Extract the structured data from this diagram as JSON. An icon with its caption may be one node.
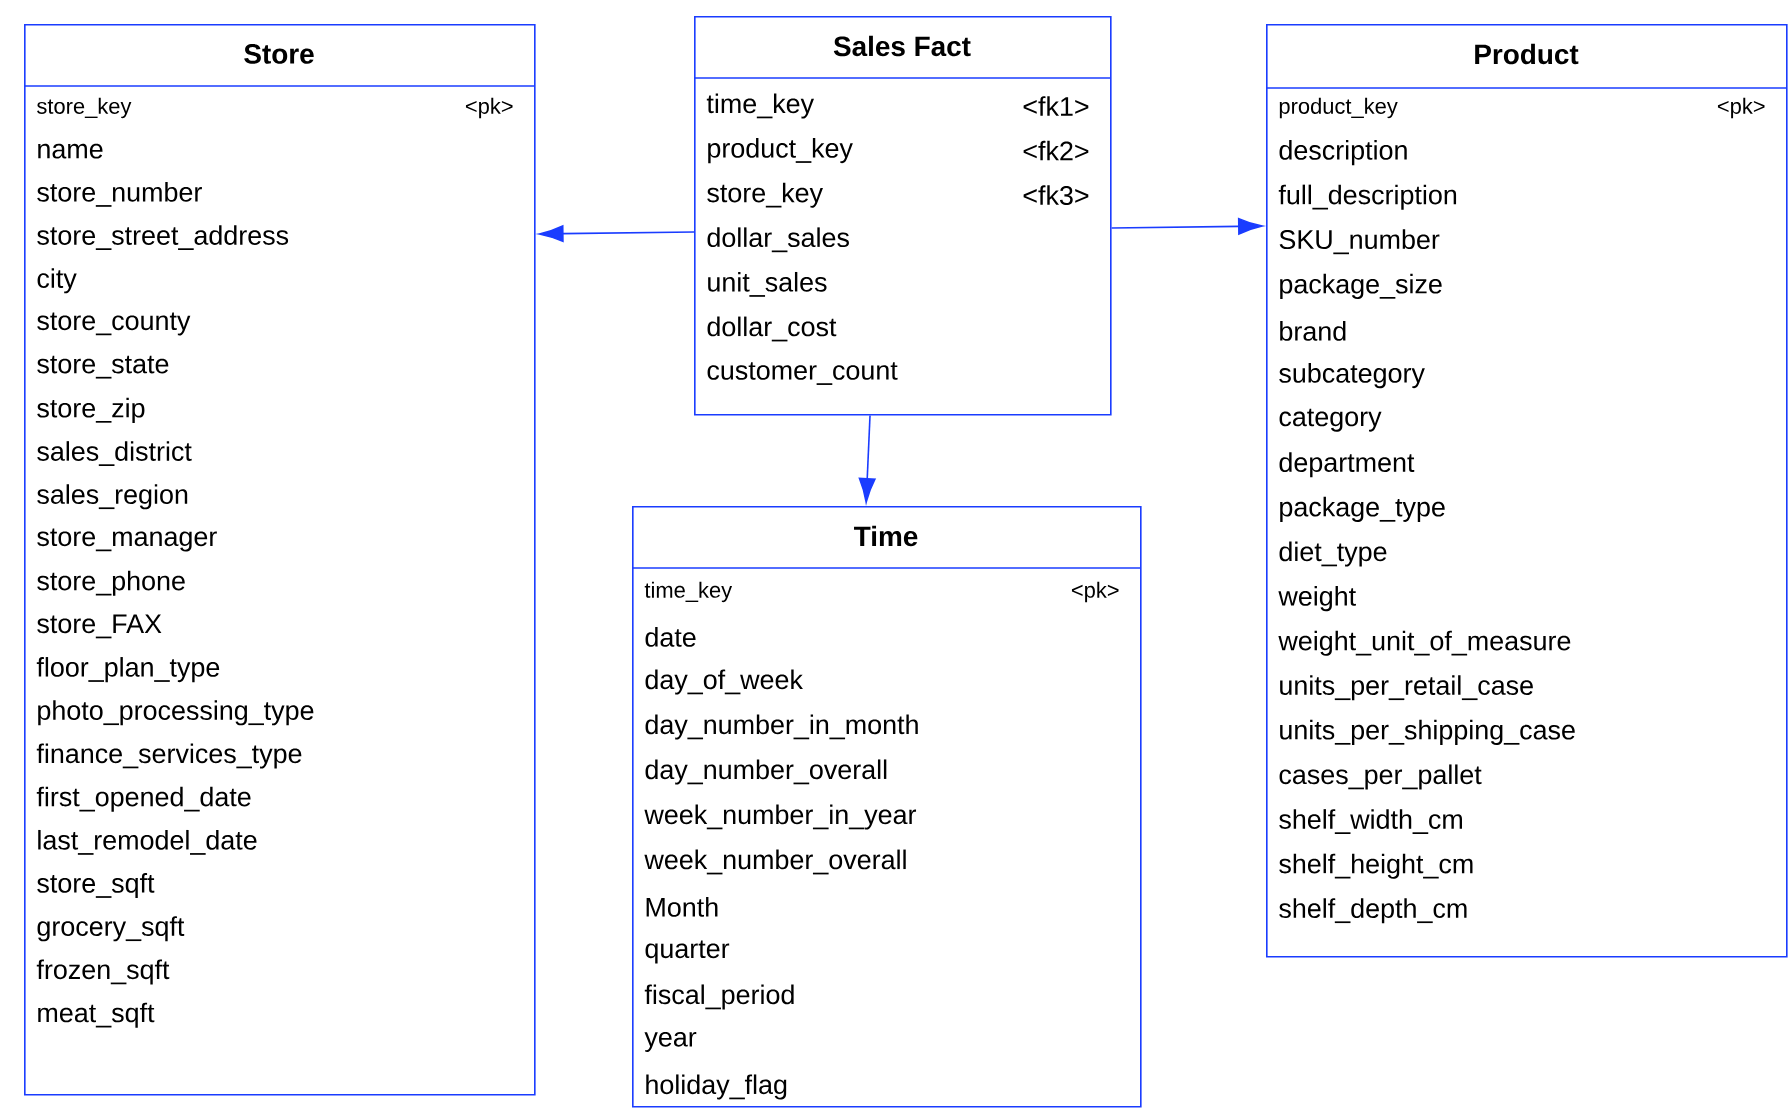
{
  "diagram": {
    "nodes": [
      {
        "text": [
          "Store",
          "store_key",
          "<pk>",
          "name",
          "store_number",
          "store_street_address",
          "city",
          "store_county",
          "store_state",
          "store_zip",
          "sales_district",
          "sales_region",
          "store_manager",
          "store_phone",
          "store_FAX",
          "floor_plan_type",
          "photo_processing_type",
          "finance_services_type",
          "first_opened_date",
          "last_remodel_date",
          "store_sqft",
          "grocery_sqft",
          "frozen_sqft",
          "meat_sqft"
        ]
      },
      {
        "text": [
          "Sales Fact",
          "time_key",
          "<fk1>",
          "product_key",
          "<fk2>",
          "store_key",
          "<fk3>",
          "dollar_sales",
          "unit_sales",
          "dollar_cost",
          "customer_count"
        ]
      },
      {
        "text": [
          "Product",
          "product_key",
          "<pk>",
          "description",
          "full_description",
          "SKU_number",
          "package_size",
          "brand",
          "subcategory",
          "category",
          "department",
          "package_type",
          "diet_type",
          "weight",
          "weight_unit_of_measure",
          "units_per_retail_case",
          "units_per_shipping_case",
          "cases_per_pallet",
          "shelf_width_cm",
          "shelf_height_cm",
          "shelf_depth_cm"
        ]
      },
      {
        "text": [
          "Time",
          "time_key",
          "<pk>",
          "date",
          "day_of_week",
          "day_number_in_month",
          "day_number_overall",
          "week_number_in_year",
          "week_number_overall",
          "Month",
          "quarter",
          "fiscal_period",
          "year",
          "holiday_flag"
        ]
      }
    ],
    "edges": [
      {
        "from": 1,
        "to": 0,
        "arrow": "to"
      },
      {
        "from": 1,
        "to": 2,
        "arrow": "to"
      },
      {
        "from": 1,
        "to": 3,
        "arrow": "to"
      }
    ]
  }
}
